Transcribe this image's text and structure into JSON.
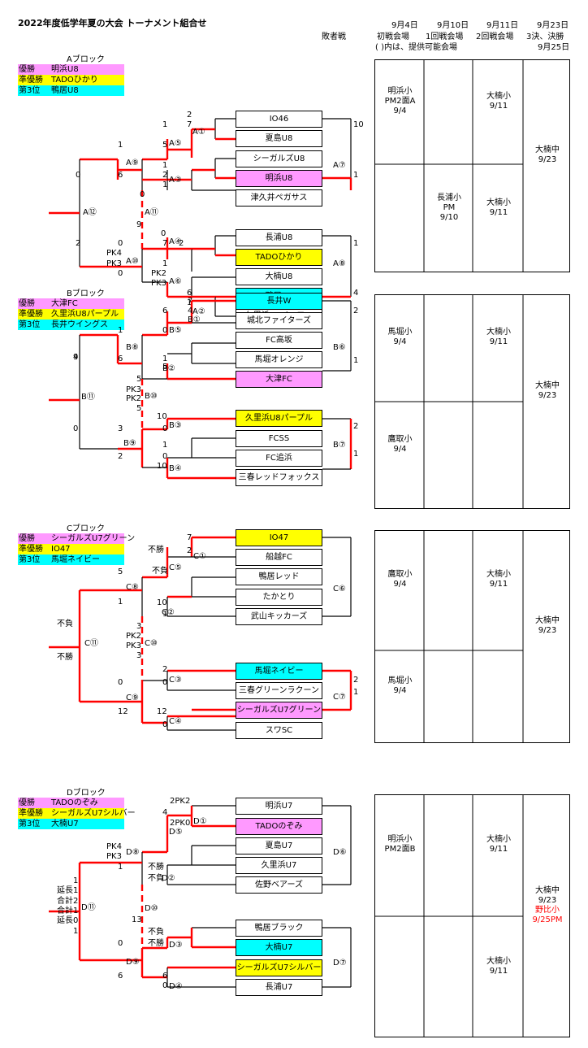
{
  "title": "2022年度低学年夏の大会 トーナメント組合せ",
  "header": {
    "loser_bracket": "敗者戦",
    "dates": [
      "9月4日",
      "9月10日",
      "9月11日",
      "9月23日"
    ],
    "rounds": [
      "初戦会場",
      "1回戦会場",
      "2回戦会場",
      "3決、決勝"
    ],
    "note": "( )内は、提供可能会場",
    "final_date_alt": "9月25日"
  },
  "colors": {
    "winner": "#ff99ff",
    "runner_up": "#ffff00",
    "third": "#00ffff",
    "line": "#ff0000"
  },
  "blocks": [
    {
      "name": "Aブロック",
      "results": [
        {
          "k": "優勝",
          "v": "明浜U8",
          "color": "#ff99ff"
        },
        {
          "k": "準優勝",
          "v": "TADOひかり",
          "color": "#ffff00"
        },
        {
          "k": "第3位",
          "v": "鴨居U8",
          "color": "#00ffff"
        }
      ],
      "teams": [
        {
          "name": "IO46",
          "color": "#ffffff"
        },
        {
          "name": "夏島U8",
          "color": "#ffffff"
        },
        {
          "name": "シーガルズU8",
          "color": "#ffffff"
        },
        {
          "name": "明浜U8",
          "color": "#ff99ff"
        },
        {
          "name": "津久井ペガサス",
          "color": "#ffffff"
        },
        {
          "name": "長浦U8",
          "color": "#ffffff"
        },
        {
          "name": "TADOひかり",
          "color": "#ffff00"
        },
        {
          "name": "大楠U8",
          "color": "#ffffff"
        },
        {
          "name": "鴨居U8",
          "color": "#00ffff"
        },
        {
          "name": "久里浜U8イエロー",
          "color": "#ffffff"
        }
      ],
      "match_labels": [
        "A①",
        "A⑤",
        "A③",
        "A④",
        "A⑥",
        "A②",
        "A⑦",
        "A⑧",
        "A⑨",
        "A⑩",
        "A⑪",
        "A⑫"
      ],
      "scores": [
        "2",
        "1",
        "7",
        "5",
        "1",
        "2",
        "6",
        "1",
        "0",
        "10",
        "1",
        "0",
        "7",
        "2",
        "1",
        "PK2",
        "PK3",
        "6",
        "1",
        "1",
        "4",
        "0",
        "PK4",
        "PK3",
        "0",
        "9",
        "0",
        "2",
        "1"
      ],
      "venues": [
        {
          "t": "明浜小\nPM2面A\n9/4",
          "red": ""
        },
        {
          "t": "",
          "red": ""
        },
        {
          "t": "大楠小\n9/11",
          "red": ""
        },
        {
          "t": "",
          "red": ""
        },
        {
          "t": "長浦小\nPM\n9/10",
          "red": ""
        },
        {
          "t": "大楠小\n9/11",
          "red": ""
        },
        {
          "t": "大楠中\n9/23",
          "red": ""
        }
      ]
    },
    {
      "name": "Bブロック",
      "results": [
        {
          "k": "優勝",
          "v": "大津FC",
          "color": "#ff99ff"
        },
        {
          "k": "準優勝",
          "v": "久里浜U8パープル",
          "color": "#ffff00"
        },
        {
          "k": "第3位",
          "v": "長井ウイングス",
          "color": "#00ffff"
        }
      ],
      "teams": [
        {
          "name": "長井W",
          "color": "#00ffff"
        },
        {
          "name": "城北ファイターズ",
          "color": "#ffffff"
        },
        {
          "name": "FC高坂",
          "color": "#ffffff"
        },
        {
          "name": "馬堀オレンジ",
          "color": "#ffffff"
        },
        {
          "name": "大津FC",
          "color": "#ff99ff"
        },
        {
          "name": "久里浜U8パープル",
          "color": "#ffff00"
        },
        {
          "name": "FCSS",
          "color": "#ffffff"
        },
        {
          "name": "FC追浜",
          "color": "#ffffff"
        },
        {
          "name": "三春レッドフォックス",
          "color": "#ffffff"
        }
      ],
      "match_labels": [
        "B①",
        "B⑤",
        "B②",
        "B③",
        "B④",
        "B⑥",
        "B⑦",
        "B⑧",
        "B⑨",
        "B⑩",
        "B⑪"
      ],
      "scores": [
        "7",
        "4",
        "6",
        "0",
        "1",
        "5",
        "9",
        "0",
        "1",
        "6",
        "5",
        "PK3",
        "PK2",
        "5",
        "2",
        "1",
        "10",
        "0",
        "3",
        "1",
        "0",
        "2",
        "10",
        "2",
        "1",
        "4"
      ],
      "venues": [
        {
          "t": "馬堀小\n9/4",
          "red": ""
        },
        {
          "t": "",
          "red": ""
        },
        {
          "t": "大楠小\n9/11",
          "red": ""
        },
        {
          "t": "鷹取小\n9/4",
          "red": ""
        },
        {
          "t": "",
          "red": ""
        },
        {
          "t": "",
          "red": ""
        },
        {
          "t": "大楠中\n9/23",
          "red": ""
        }
      ]
    },
    {
      "name": "Cブロック",
      "results": [
        {
          "k": "優勝",
          "v": "シーガルズU7グリーン",
          "color": "#ff99ff"
        },
        {
          "k": "準優勝",
          "v": "IO47",
          "color": "#ffff00"
        },
        {
          "k": "第3位",
          "v": "馬堀ネイビー",
          "color": "#00ffff"
        }
      ],
      "teams": [
        {
          "name": "IO47",
          "color": "#ffff00"
        },
        {
          "name": "船越FC",
          "color": "#ffffff"
        },
        {
          "name": "鴨居レッド",
          "color": "#ffffff"
        },
        {
          "name": "たかとり",
          "color": "#ffffff"
        },
        {
          "name": "武山キッカーズ",
          "color": "#ffffff"
        },
        {
          "name": "馬堀ネイビー",
          "color": "#00ffff"
        },
        {
          "name": "三春グリーンラクーン",
          "color": "#ffffff"
        },
        {
          "name": "シーガルズU7グリーン",
          "color": "#ff99ff"
        },
        {
          "name": "スワSC",
          "color": "#ffffff"
        }
      ],
      "match_labels": [
        "C①",
        "C⑤",
        "C②",
        "C③",
        "C④",
        "C⑥",
        "C⑦",
        "C⑧",
        "C⑨",
        "C⑩",
        "C⑪"
      ],
      "scores": [
        "7",
        "不勝",
        "2",
        "不負",
        "5",
        "1",
        "10",
        "1",
        "不負",
        "不勝",
        "3",
        "PK2",
        "PK3",
        "3",
        "2",
        "0",
        "0",
        "12",
        "12",
        "0",
        "2",
        "1"
      ],
      "venues": [
        {
          "t": "鷹取小\n9/4",
          "red": ""
        },
        {
          "t": "",
          "red": ""
        },
        {
          "t": "大楠小\n9/11",
          "red": ""
        },
        {
          "t": "馬堀小\n9/4",
          "red": ""
        },
        {
          "t": "",
          "red": ""
        },
        {
          "t": "",
          "red": ""
        },
        {
          "t": "大楠中\n9/23",
          "red": ""
        }
      ]
    },
    {
      "name": "Dブロック",
      "results": [
        {
          "k": "優勝",
          "v": "TADOのぞみ",
          "color": "#ff99ff"
        },
        {
          "k": "準優勝",
          "v": "シーガルズU7シルバー",
          "color": "#ffff00"
        },
        {
          "k": "第3位",
          "v": "大楠U7",
          "color": "#00ffff"
        }
      ],
      "teams": [
        {
          "name": "明浜U7",
          "color": "#ffffff"
        },
        {
          "name": "TADOのぞみ",
          "color": "#ff99ff"
        },
        {
          "name": "夏島U7",
          "color": "#ffffff"
        },
        {
          "name": "久里浜U7",
          "color": "#ffffff"
        },
        {
          "name": "佐野ベアーズ",
          "color": "#ffffff"
        },
        {
          "name": "鴨居ブラック",
          "color": "#ffffff"
        },
        {
          "name": "大楠U7",
          "color": "#00ffff"
        },
        {
          "name": "シーガルズU7シルバー",
          "color": "#ffff00"
        },
        {
          "name": "長浦U7",
          "color": "#ffffff"
        }
      ],
      "match_labels": [
        "D①",
        "D⑤",
        "D②",
        "D③",
        "D④",
        "D⑥",
        "D⑦",
        "D⑧",
        "D⑨",
        "D⑩",
        "D⑪"
      ],
      "scores": [
        "2PK2",
        "4",
        "2PK0",
        "PK4",
        "PK3",
        "1",
        "不勝",
        "不負",
        "1",
        "延長1",
        "合計2",
        "合計1",
        "延長0",
        "1",
        "13",
        "不負",
        "不勝",
        "0",
        "6",
        "6",
        "0"
      ],
      "venues": [
        {
          "t": "明浜小\nPM2面B",
          "red": ""
        },
        {
          "t": "",
          "red": ""
        },
        {
          "t": "大楠小\n9/11",
          "red": ""
        },
        {
          "t": "",
          "red": ""
        },
        {
          "t": "",
          "red": ""
        },
        {
          "t": "大楠小\n9/11",
          "red": ""
        },
        {
          "t": "大楠中\n9/23",
          "red": "野比小\n9/25PM"
        }
      ]
    }
  ]
}
